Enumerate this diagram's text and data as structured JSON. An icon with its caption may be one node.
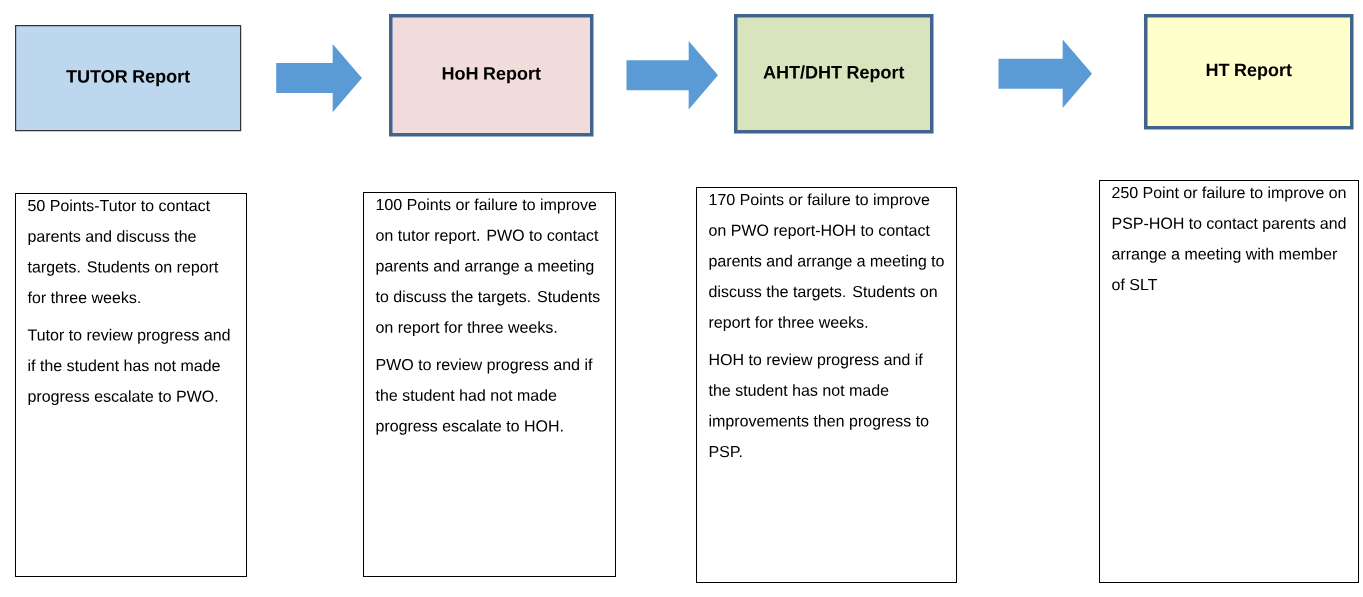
{
  "diagram": {
    "nodes": [
      {
        "text": [
          "TUTOR Report"
        ]
      },
      {
        "text": [
          "HoH Report"
        ]
      },
      {
        "text": [
          "AHT/DHT Report"
        ]
      },
      {
        "text": [
          "HT Report"
        ]
      },
      {
        "text": [
          "50 Points-Tutor to contact parents and discuss the targets. Students on report for three weeks.",
          "Tutor to review progress and if the student has not made progress escalate to PWO."
        ]
      },
      {
        "text": [
          "100 Points or failure to improve on tutor report. PWO to contact parents and arrange a meeting to discuss the targets. Students on report for three weeks.",
          "PWO to review progress and if the student had not made progress escalate to HOH."
        ]
      },
      {
        "text": [
          "170 Points or failure to improve on PWO report-HOH to contact parents and arrange a meeting to discuss the targets. Students on report for three weeks.",
          "HOH to review progress and if the student has not made improvements then progress to PSP."
        ]
      },
      {
        "text": [
          "250 Point or failure to improve on PSP-HOH to contact parents and arrange a meeting with member of SLT"
        ]
      }
    ],
    "edges": [
      {
        "from": 0,
        "to": 1,
        "arrow": "to"
      },
      {
        "from": 1,
        "to": 2,
        "arrow": "to"
      },
      {
        "from": 2,
        "to": 3,
        "arrow": "to"
      }
    ]
  }
}
